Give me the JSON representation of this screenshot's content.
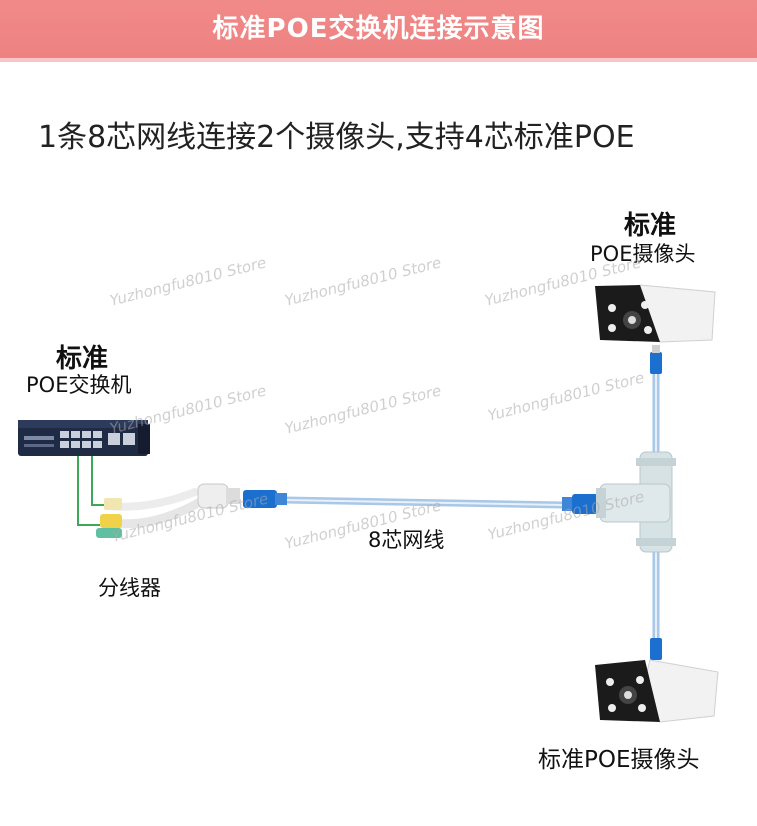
{
  "header": {
    "title": "标准POE交换机连接示意图"
  },
  "subtitle": "1条8芯网线连接2个摄像头,支持4芯标准POE",
  "labels": {
    "switch_line1": "标准",
    "switch_line2": "POE交换机",
    "camera_top_line1": "标准",
    "camera_top_line2": "POE摄像头",
    "splitter": "分线器",
    "cable": "8芯网线",
    "camera_bottom": "标准POE摄像头"
  },
  "watermark": "Yuzhongfu8010 Store",
  "colors": {
    "header": "#ee8281",
    "cable": "#8fb8e0",
    "connector": "#1a6fcf"
  }
}
